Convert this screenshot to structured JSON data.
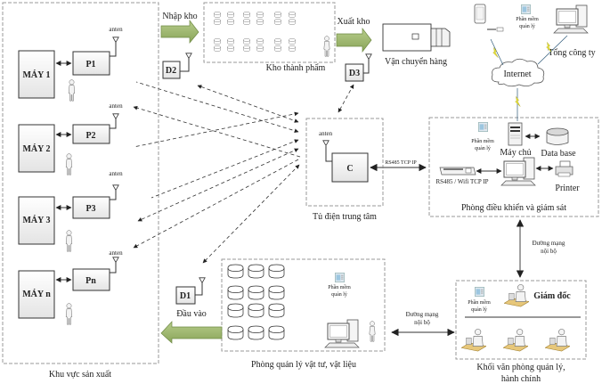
{
  "zones": {
    "production": "Khu vực sản xuất",
    "warehouse": "Kho thành phẩm",
    "central_cabinet": "Tủ điện trung tâm",
    "control_room": "Phòng điều khiển và giám sát",
    "materials_room": "Phòng quản lý vật tư, vật liệu",
    "office_line1": "Khối văn phòng quản lý,",
    "office_line2": "hành chính"
  },
  "machines": [
    {
      "name": "MÁY 1",
      "node": "P1",
      "antenna": "anten"
    },
    {
      "name": "MÁY 2",
      "node": "P2",
      "antenna": "anten"
    },
    {
      "name": "MÁY 3",
      "node": "P3",
      "antenna": "anten"
    },
    {
      "name": "MÁY n",
      "node": "Pn",
      "antenna": "anten"
    }
  ],
  "nodes": {
    "d1": "D1",
    "d2": "D2",
    "d3": "D3",
    "controller": "C",
    "controller_antenna": "anten"
  },
  "flows": {
    "import": "Nhập kho",
    "export": "Xuất kho",
    "input": "Đầu vào",
    "transport": "Vận chuyển hàng"
  },
  "links": {
    "rs485_tcp": "RS485 TCP IP",
    "rs485_wifi": "RS485 / Wifi TCP IP",
    "internal_net_line1": "Đường mạng",
    "internal_net_line2": "nội bộ"
  },
  "control_room": {
    "software_line1": "Phần mềm",
    "software_line2": "quản lý",
    "server": "Máy chủ",
    "database": "Data base",
    "printer": "Printer"
  },
  "corporate": {
    "software_line1": "Phần mềm",
    "software_line2": "quản lý",
    "internet": "Internet",
    "head_office": "Tổng công ty"
  },
  "materials_room": {
    "software_line1": "Phần mềm",
    "software_line2": "quản lý"
  },
  "office": {
    "software_line1": "Phần mềm",
    "software_line2": "quản lý",
    "director": "Giám đốc"
  },
  "colors": {
    "arrow_fill": "#9bb56a",
    "arrow_stroke": "#6f8a44",
    "lightning": "#e8e23a",
    "zone_border": "#9a9a9a"
  }
}
